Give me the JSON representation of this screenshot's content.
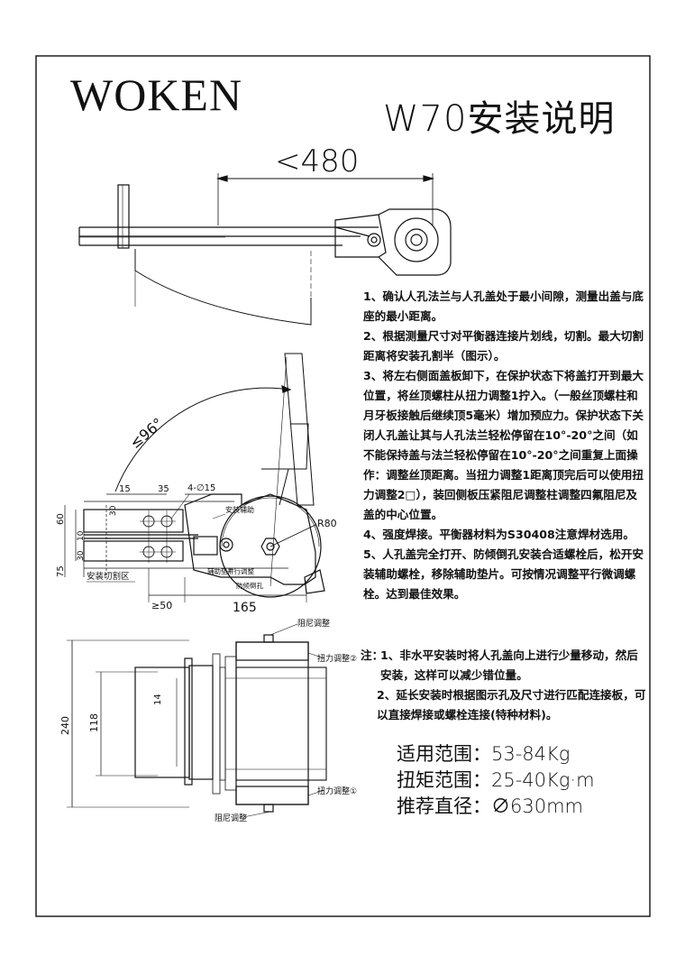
{
  "brand": "WOKEN",
  "title": "W70安装说明",
  "top_drawing": {
    "dim_480": "<480"
  },
  "side_drawing": {
    "angle": "≤96°",
    "dim_15": "15",
    "dim_35": "35",
    "holes": "4-∅15",
    "dim_60": "60",
    "dim_10": "10",
    "dim_30a": "30",
    "dim_30b": "30",
    "dim_75": "75",
    "dim_50": "≥50",
    "dim_165": "165",
    "r80": "R80",
    "lbl_cut": "安装切割区",
    "lbl_aux_bolt": "安装辅助",
    "lbl_aux_pad": "辅助垫片",
    "lbl_level": "平行调整",
    "lbl_antitip": "防倾倒孔"
  },
  "front_drawing": {
    "lbl_damp_top": "阻尼调整",
    "lbl_torque_top": "扭力调整②",
    "lbl_torque_bottom": "扭力调整①",
    "lbl_damp_bottom": "阻尼调整",
    "dim_240": "240",
    "dim_118": "118",
    "dim_14": "14"
  },
  "steps": [
    "1、确认人孔法兰与人孔盖处于最小间隙，测量出盖与底座的最小距离。",
    "2、根据测量尺寸对平衡器连接片划线，切割。最大切割距离将安装孔割半（图示）。",
    "3、将左右侧面盖板卸下，在保护状态下将盖打开到最大位置，将丝顶螺柱从扭力调整1拧入。（一般丝顶螺柱和月牙板接触后继续顶5毫米）增加预应力。保护状态下关闭人孔盖让其与人孔法兰轻松停留在10°-20°之间（如不能保持盖与法兰轻松停留在10°-20°之间重复上面操作：调整丝顶距离。当扭力调整1距离顶完后可以使用扭力调整2□），装回侧板压紧阻尼调整柱调整四氟阻尼及盖的中心位置。",
    "4、强度焊接。平衡器材料为S30408注意焊材选用。",
    "5、人孔盖完全打开、防倾倒孔安装合适螺栓后，松开安装辅助螺栓，移除辅助垫片。可按情况调整平行微调螺栓。达到最佳效果。"
  ],
  "notes": {
    "prefix": "注：",
    "items": [
      "1、非水平安装时将人孔盖向上进行少量移动，然后安装，这样可以减少错位量。",
      "2、延长安装时根据图示孔及尺寸进行匹配连接板，可以直接焊接或螺栓连接(特种材料)。"
    ]
  },
  "specs": [
    "适用范围：53-84Kg",
    "扭矩范围：25-40Kg·m",
    "推荐直径：∅630mm"
  ]
}
